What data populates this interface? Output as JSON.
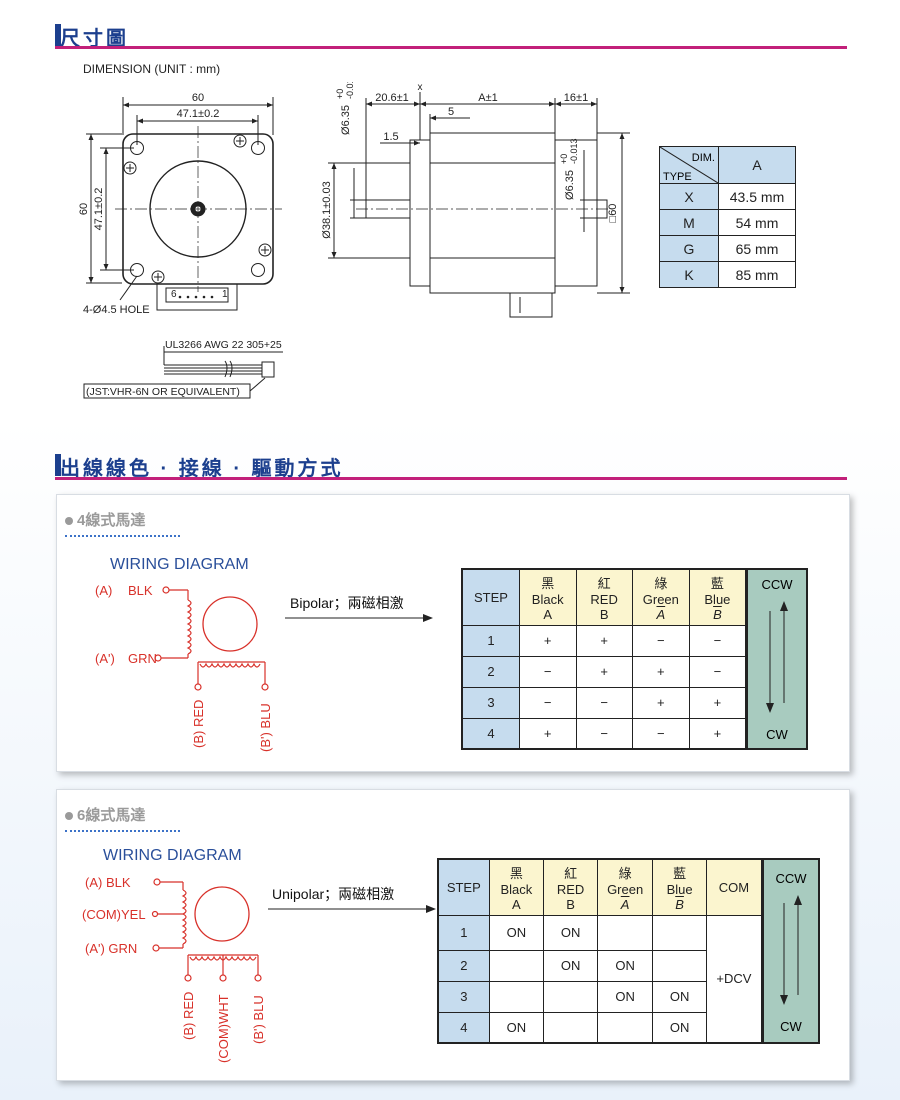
{
  "section1": {
    "title": "尺寸圖",
    "subtitle": "DIMENSION (UNIT : mm)"
  },
  "front_view": {
    "dim_top_outer": "60",
    "dim_top_inner": "47.1±0.2",
    "dim_left_outer": "60",
    "dim_left_inner": "47.1±0.2",
    "hole_label": "4-Ø4.5 HOLE",
    "connector_pin_first": "6",
    "connector_pin_last": "1"
  },
  "side_view": {
    "shaft_dia_left": "Ø6.35",
    "shaft_tol_left_plus": "+0",
    "shaft_tol_left_minus": "-0.013",
    "pilot_dia": "Ø38.1±0.03",
    "dim_shaft_len": "20.6±1",
    "dim_x": "x",
    "dim_a": "A±1",
    "dim_rear": "16±1",
    "dim_5": "5",
    "dim_1_5": "1.5",
    "shaft_dia_right": "Ø6.35",
    "shaft_tol_right_plus": "+0",
    "shaft_tol_right_minus": "-0.013",
    "square_60": "□60"
  },
  "cable": {
    "spec": "UL3266 AWG 22 305+25",
    "connector": "(JST:VHR-6N OR EQUIVALENT)"
  },
  "dim_table": {
    "header_dim": "DIM.",
    "header_type": "TYPE",
    "header_a": "A",
    "rows": [
      {
        "type": "X",
        "a": "43.5 mm"
      },
      {
        "type": "M",
        "a": "54  mm"
      },
      {
        "type": "G",
        "a": "65  mm"
      },
      {
        "type": "K",
        "a": "85  mm"
      }
    ]
  },
  "section2": {
    "title": "出線線色 · 接線 · 驅動方式"
  },
  "four_wire": {
    "title": "4線式馬達",
    "diagram_title": "WIRING DIAGRAM",
    "labels": {
      "a": "(A)",
      "blk": "BLK",
      "a_bar": "(A')",
      "grn": "GRN",
      "b_red": "(B) RED",
      "b_blu": "(B') BLU"
    },
    "mode": "Bipolar；兩磁相激",
    "table": {
      "step_header": "STEP",
      "columns": [
        {
          "cn": "黑",
          "en": "Black",
          "code": "A",
          "overline": false
        },
        {
          "cn": "紅",
          "en": "RED",
          "code": "B",
          "overline": false
        },
        {
          "cn": "綠",
          "en": "Green",
          "code": "A",
          "overline": true
        },
        {
          "cn": "藍",
          "en": "Blue",
          "code": "B",
          "overline": true
        }
      ],
      "rows": [
        {
          "step": "1",
          "v": [
            "+",
            "+",
            "−",
            "−"
          ]
        },
        {
          "step": "2",
          "v": [
            "−",
            "+",
            "+",
            "−"
          ]
        },
        {
          "step": "3",
          "v": [
            "−",
            "−",
            "+",
            "+"
          ]
        },
        {
          "step": "4",
          "v": [
            "+",
            "−",
            "−",
            "+"
          ]
        }
      ],
      "ccw": "CCW",
      "cw": "CW"
    }
  },
  "six_wire": {
    "title": "6線式馬達",
    "diagram_title": "WIRING DIAGRAM",
    "labels": {
      "a_blk": "(A)  BLK",
      "com_yel": "(COM)YEL",
      "a_grn": "(A')  GRN",
      "b_red": "(B) RED",
      "com_wht": "(COM)WHT",
      "b_blu": "(B') BLU"
    },
    "mode": "Unipolar；兩磁相激",
    "table": {
      "step_header": "STEP",
      "columns": [
        {
          "cn": "黑",
          "en": "Black",
          "code": "A",
          "overline": false
        },
        {
          "cn": "紅",
          "en": "RED",
          "code": "B",
          "overline": false
        },
        {
          "cn": "綠",
          "en": "Green",
          "code": "A",
          "overline": true
        },
        {
          "cn": "藍",
          "en": "Blue",
          "code": "B",
          "overline": true
        }
      ],
      "com_header": "COM",
      "com_value": "+DCV",
      "rows": [
        {
          "step": "1",
          "v": [
            "ON",
            "ON",
            "",
            ""
          ]
        },
        {
          "step": "2",
          "v": [
            "",
            "ON",
            "ON",
            ""
          ]
        },
        {
          "step": "3",
          "v": [
            "",
            "",
            "ON",
            "ON"
          ]
        },
        {
          "step": "4",
          "v": [
            "ON",
            "",
            "",
            "ON"
          ]
        }
      ],
      "ccw": "CCW",
      "cw": "CW"
    }
  },
  "colors": {
    "heading_blue": "#1c3f8e",
    "rule_magenta": "#c2207a",
    "wire_red": "#d8312a",
    "header_blue": "#c6dcee",
    "header_yellow": "#fbf5cf",
    "direction_green": "#a8cbbf"
  }
}
